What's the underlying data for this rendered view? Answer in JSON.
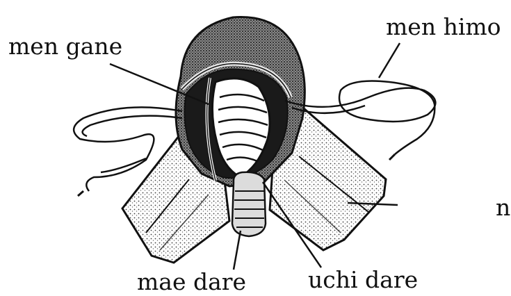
{
  "labels": {
    "men_gane": "men gane",
    "men_himo": "men himo",
    "mae_dare": "mae dare",
    "uchi_dare": "uchi dare",
    "cut_off": "n"
  },
  "colors": {
    "ink": "#111111",
    "paper": "#ffffff",
    "hatch": "#5a5a5a"
  }
}
